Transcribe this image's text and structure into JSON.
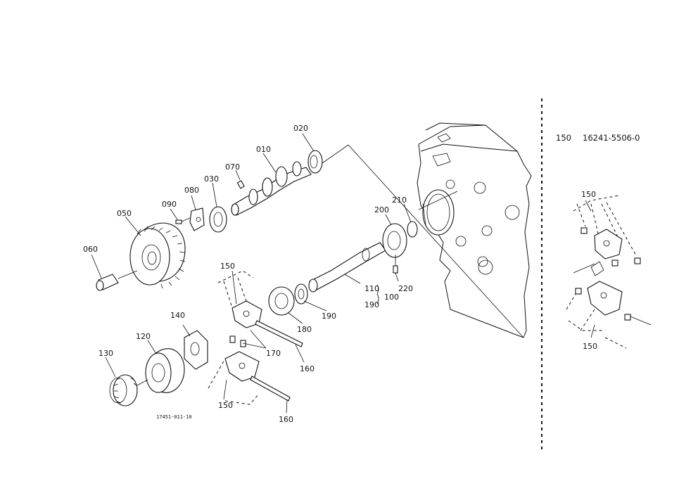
{
  "diagram": {
    "drawing_number": "17451-011-10",
    "inset_header": {
      "ref": "150",
      "part_number": "16241-5506-0"
    },
    "callouts": {
      "p010": "010",
      "p020": "020",
      "p030": "030",
      "p050": "050",
      "p060": "060",
      "p070": "070",
      "p080": "080",
      "p090": "090",
      "p100": "100",
      "p110": "110",
      "p120": "120",
      "p130": "130",
      "p140": "140",
      "p150_top": "150",
      "p150_bottom": "150",
      "p160_upper": "160",
      "p160_lower": "160",
      "p170": "170",
      "p180": "180",
      "p190_a": "190",
      "p190_b": "190",
      "p200": "200",
      "p210": "210",
      "p220": "220",
      "inset150_top": "150",
      "inset150_bottom": "150"
    }
  }
}
